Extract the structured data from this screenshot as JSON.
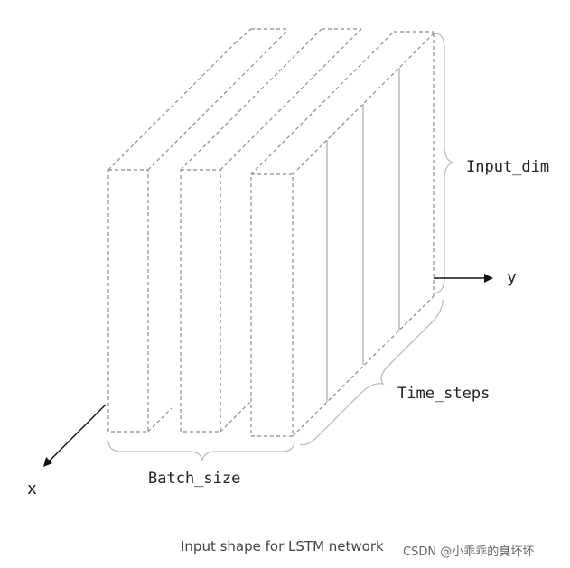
{
  "labels": {
    "input_dim": "Input_dim",
    "y_axis": "y",
    "time_steps": "Time_steps",
    "batch_size": "Batch_size",
    "x_axis": "x"
  },
  "caption": "Input shape for LSTM network",
  "watermark": "CSDN @小乖乖的臭坏坏"
}
